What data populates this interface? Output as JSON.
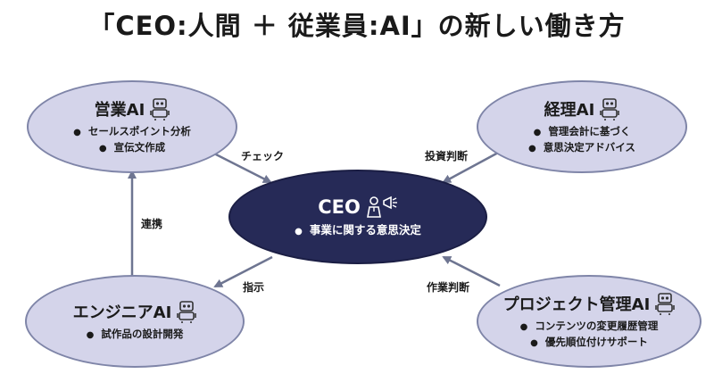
{
  "title": "「CEO:人間 ＋ 従業員:AI」の新しい働き方",
  "nodes": {
    "sales": {
      "name": "営業AI",
      "bullets": [
        "セールスポイント分析",
        "宣伝文作成"
      ],
      "icon": "robot-icon"
    },
    "accounting": {
      "name": "経理AI",
      "bullets": [
        "管理会計に基づく",
        "意思決定アドバイス"
      ],
      "icon": "robot-icon"
    },
    "ceo": {
      "name": "CEO",
      "bullets": [
        "事業に関する意思決定"
      ],
      "icon": "person-megaphone-icon"
    },
    "engineer": {
      "name": "エンジニアAI",
      "bullets": [
        "試作品の設計開発"
      ],
      "icon": "robot-icon"
    },
    "pm": {
      "name": "プロジェクト管理AI",
      "bullets": [
        "コンテンツの変更履歴管理",
        "優先順位付けサポート"
      ],
      "icon": "robot-icon"
    }
  },
  "edges": {
    "check": "チェック",
    "investment": "投資判断",
    "collaboration": "連携",
    "instruction": "指示",
    "work_judgment": "作業判断"
  },
  "colors": {
    "ai_fill": "#d4d4ea",
    "ai_border": "#7f85a8",
    "ceo_fill": "#262a57",
    "arrow": "#6e7591"
  }
}
